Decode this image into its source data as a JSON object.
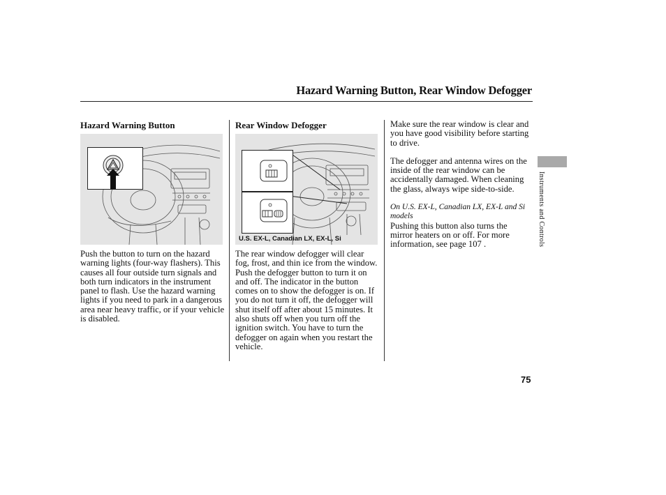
{
  "page": {
    "title": "Hazard Warning Button, Rear Window Defogger",
    "page_number": "75",
    "side_tab_label": "Instruments and Controls"
  },
  "hazard": {
    "heading": "Hazard Warning Button",
    "body": "Push the button to turn on the hazard warning lights (four-way flashers). This causes all four outside turn signals and both turn indicators in the instrument panel to flash. Use the hazard warning lights if you need to park in a dangerous area near heavy traffic, or if your vehicle is disabled."
  },
  "defogger": {
    "heading": "Rear Window Defogger",
    "figure_caption": "U.S. EX-L, Canadian LX, EX-L, Si",
    "body": "The rear window defogger will clear fog, frost, and thin ice from the window. Push the defogger button to turn it on and off. The indicator in the button comes on to show the defogger is on. If you do not turn it off, the defogger will shut itself off after about 15 minutes. It also shuts off when you turn off the ignition switch. You have to turn the defogger on again when you restart the vehicle."
  },
  "right_column": {
    "para1": "Make sure the rear window is clear and you have good visibility before starting to drive.",
    "para2": "The defogger and antenna wires on the inside of the rear window can be accidentally damaged. When cleaning the glass, always wipe side-to-side.",
    "note_italic": "On U.S. EX-L, Canadian LX, EX-L and Si models",
    "para3": "Pushing this button also turns the mirror heaters on or off. For more information, see page 107 ."
  },
  "icons": [
    "hazard-triangle-icon",
    "rear-defrost-icon",
    "mirror-defrost-icon",
    "arrow-up-icon"
  ]
}
